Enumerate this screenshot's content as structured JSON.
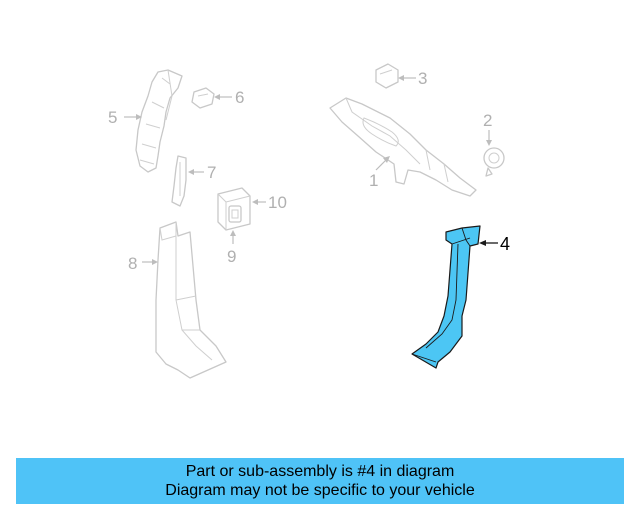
{
  "callouts": {
    "c1": "1",
    "c2": "2",
    "c3": "3",
    "c4": "4",
    "c5": "5",
    "c6": "6",
    "c7": "7",
    "c8": "8",
    "c9": "9",
    "c10": "10"
  },
  "highlight_color": "#4cc6f4",
  "banner": {
    "line1": "Part or sub-assembly is #4 in diagram",
    "line2": "Diagram may not be specific to your vehicle",
    "background": "#4fc3f7"
  }
}
